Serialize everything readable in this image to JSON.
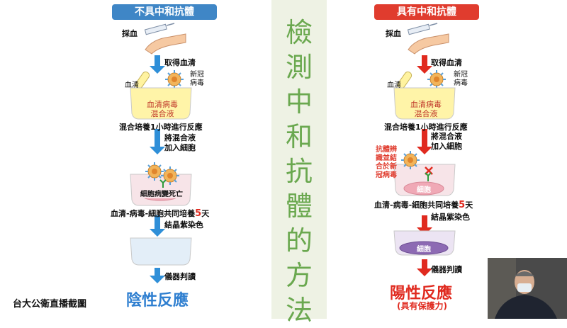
{
  "left": {
    "header": "不具中和抗體",
    "blood_draw": "採血",
    "get_serum": "取得血清",
    "serum": "血清",
    "virus": "新冠\n病毒",
    "mix": "血清病毒\n混合液",
    "incubate1": "混合培養1小時進行反應",
    "add_cells": "將混合液\n加入細胞",
    "cell_dead": "細胞病變死亡",
    "incubate5_pre": "血清-病毒-細胞共同培養",
    "incubate5_num": "5",
    "incubate5_post": "天",
    "stain": "結晶紫染色",
    "read": "儀器判讀",
    "result": "陰性反應"
  },
  "right": {
    "header": "具有中和抗體",
    "blood_draw": "採血",
    "get_serum": "取得血清",
    "serum": "血清",
    "virus": "新冠\n病毒",
    "mix": "血清病毒\n混合液",
    "incubate1": "混合培養1小時進行反應",
    "add_cells": "將混合液\n加入細胞",
    "antibody_note": "抗體辨\n識並結\n合於新\n冠病毒",
    "cell": "細胞",
    "incubate5_pre": "血清-病毒-細胞共同培養",
    "incubate5_num": "5",
    "incubate5_post": "天",
    "stain": "結晶紫染色",
    "cell2": "細胞",
    "read": "儀器判讀",
    "result": "陽性反應",
    "result_sub": "(具有保護力)"
  },
  "center_title": [
    "檢",
    "測",
    "中",
    "和",
    "抗",
    "體",
    "的",
    "方",
    "法"
  ],
  "credit": "台大公衛直播截圖",
  "colors": {
    "blue_arrow": "#2f8fd8",
    "red_arrow": "#e02a1f",
    "center_green": "#6aa84f",
    "mix_yellow": "#fff4a8"
  }
}
